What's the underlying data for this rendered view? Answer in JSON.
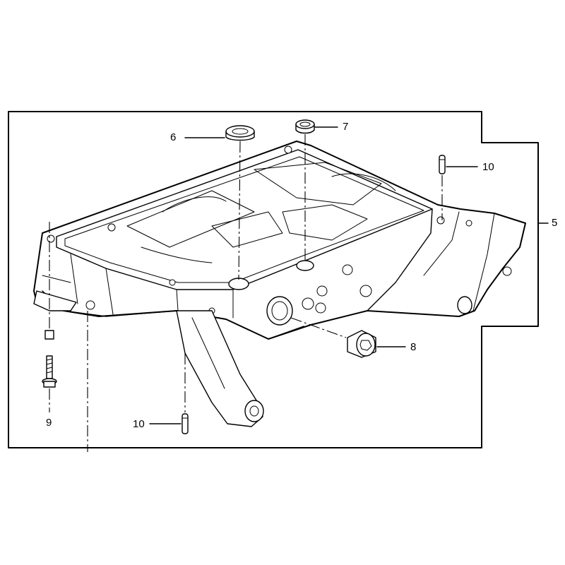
{
  "callouts": {
    "c5": "5",
    "c6": "6",
    "c7": "7",
    "c8": "8",
    "c9": "9",
    "c10_top": "10",
    "c10_bottom": "10"
  },
  "parts": [
    {
      "number": "5",
      "item": "oil-pan-assembly"
    },
    {
      "number": "6",
      "item": "seal"
    },
    {
      "number": "7",
      "item": "seal"
    },
    {
      "number": "8",
      "item": "plug"
    },
    {
      "number": "9",
      "item": "bolt-and-nut"
    },
    {
      "number": "10",
      "item": "dowel-pin"
    }
  ]
}
